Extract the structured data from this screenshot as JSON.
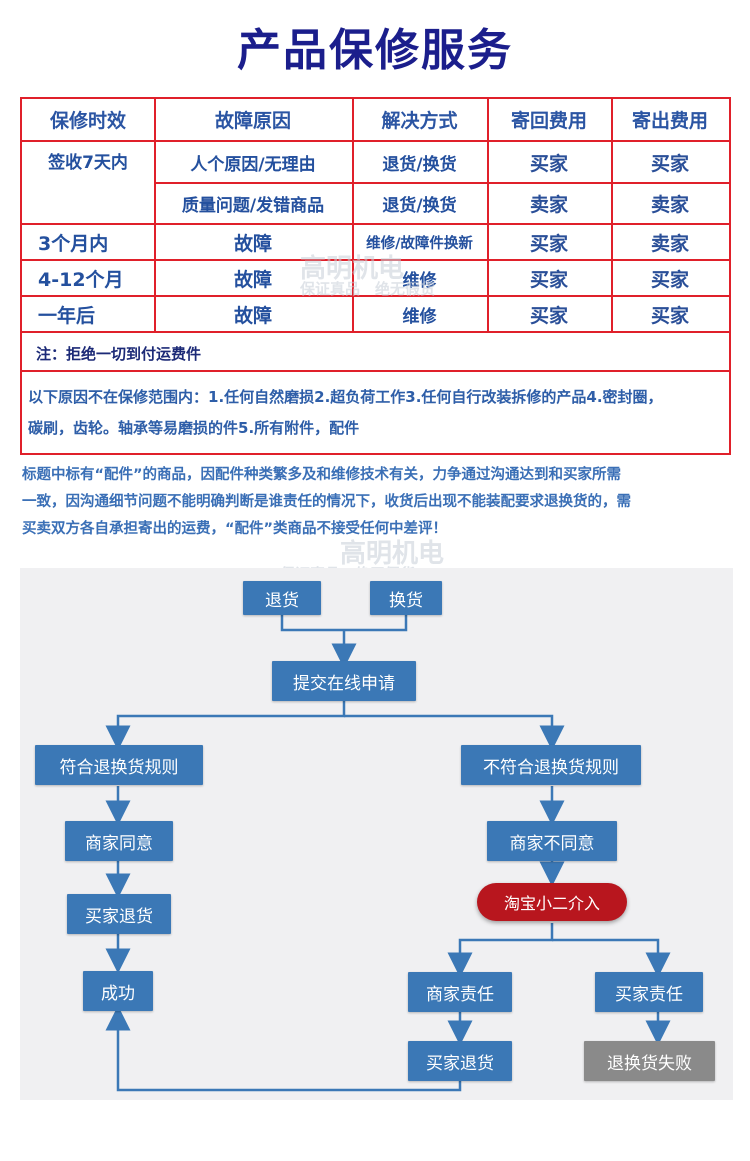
{
  "title": "产品保修服务",
  "table": {
    "headers": [
      "保修时效",
      "故障原因",
      "解决方式",
      "寄回费用",
      "寄出费用"
    ],
    "rows": [
      {
        "period": "签收7天内",
        "reason": "人个原因/无理由",
        "solution": "退货/换货",
        "return_fee": "买家",
        "send_fee": "买家"
      },
      {
        "period": "",
        "reason": "质量问题/发错商品",
        "solution": "退货/换货",
        "return_fee": "卖家",
        "send_fee": "卖家"
      },
      {
        "period": "3个月内",
        "reason": "故障",
        "solution": "维修/故障件换新",
        "return_fee": "买家",
        "send_fee": "卖家"
      },
      {
        "period": "4-12个月",
        "reason": "故障",
        "solution": "维修",
        "return_fee": "买家",
        "send_fee": "买家"
      },
      {
        "period": "一年后",
        "reason": "故障",
        "solution": "维修",
        "return_fee": "买家",
        "send_fee": "买家"
      }
    ],
    "note": "注：拒绝一切到付运费件",
    "exclusion_line1": "以下原因不在保修范围内：1.任何自然磨损2.超负荷工作3.任何自行改装拆修的产品4.密封圈，",
    "exclusion_line2": "碳刷，齿轮。轴承等易磨损的件5.所有附件，配件"
  },
  "paragraph": {
    "line1": "标题中标有“配件”的商品，因配件种类繁多及和维修技术有关，力争通过沟通达到和买家所需",
    "line2": "一致，因沟通细节问题不能明确判断是谁责任的情况下，收货后出现不能装配要求退换货的，需",
    "line3": "买卖双方各自承担寄出的运费，“配件”类商品不接受任何中差评！"
  },
  "watermark": {
    "brand": "高明机电",
    "slogan": "保证真品　绝无假货"
  },
  "flowchart": {
    "return": "退货",
    "exchange": "换货",
    "submit": "提交在线申请",
    "compliant": "符合退换货规则",
    "noncompliant": "不符合退换货规则",
    "merchant_agree": "商家同意",
    "merchant_disagree": "商家不同意",
    "buyer_return_left": "买家退货",
    "taobao": "淘宝小二介入",
    "success": "成功",
    "merchant_fault": "商家责任",
    "buyer_fault": "买家责任",
    "buyer_return_right": "买家退货",
    "fail": "退换货失败"
  },
  "colors": {
    "title": "#1b1e8c",
    "table_border": "#e0202a",
    "flow_box": "#3b78b6",
    "pill": "#b8161e",
    "fail_box": "#8a8a8a"
  }
}
